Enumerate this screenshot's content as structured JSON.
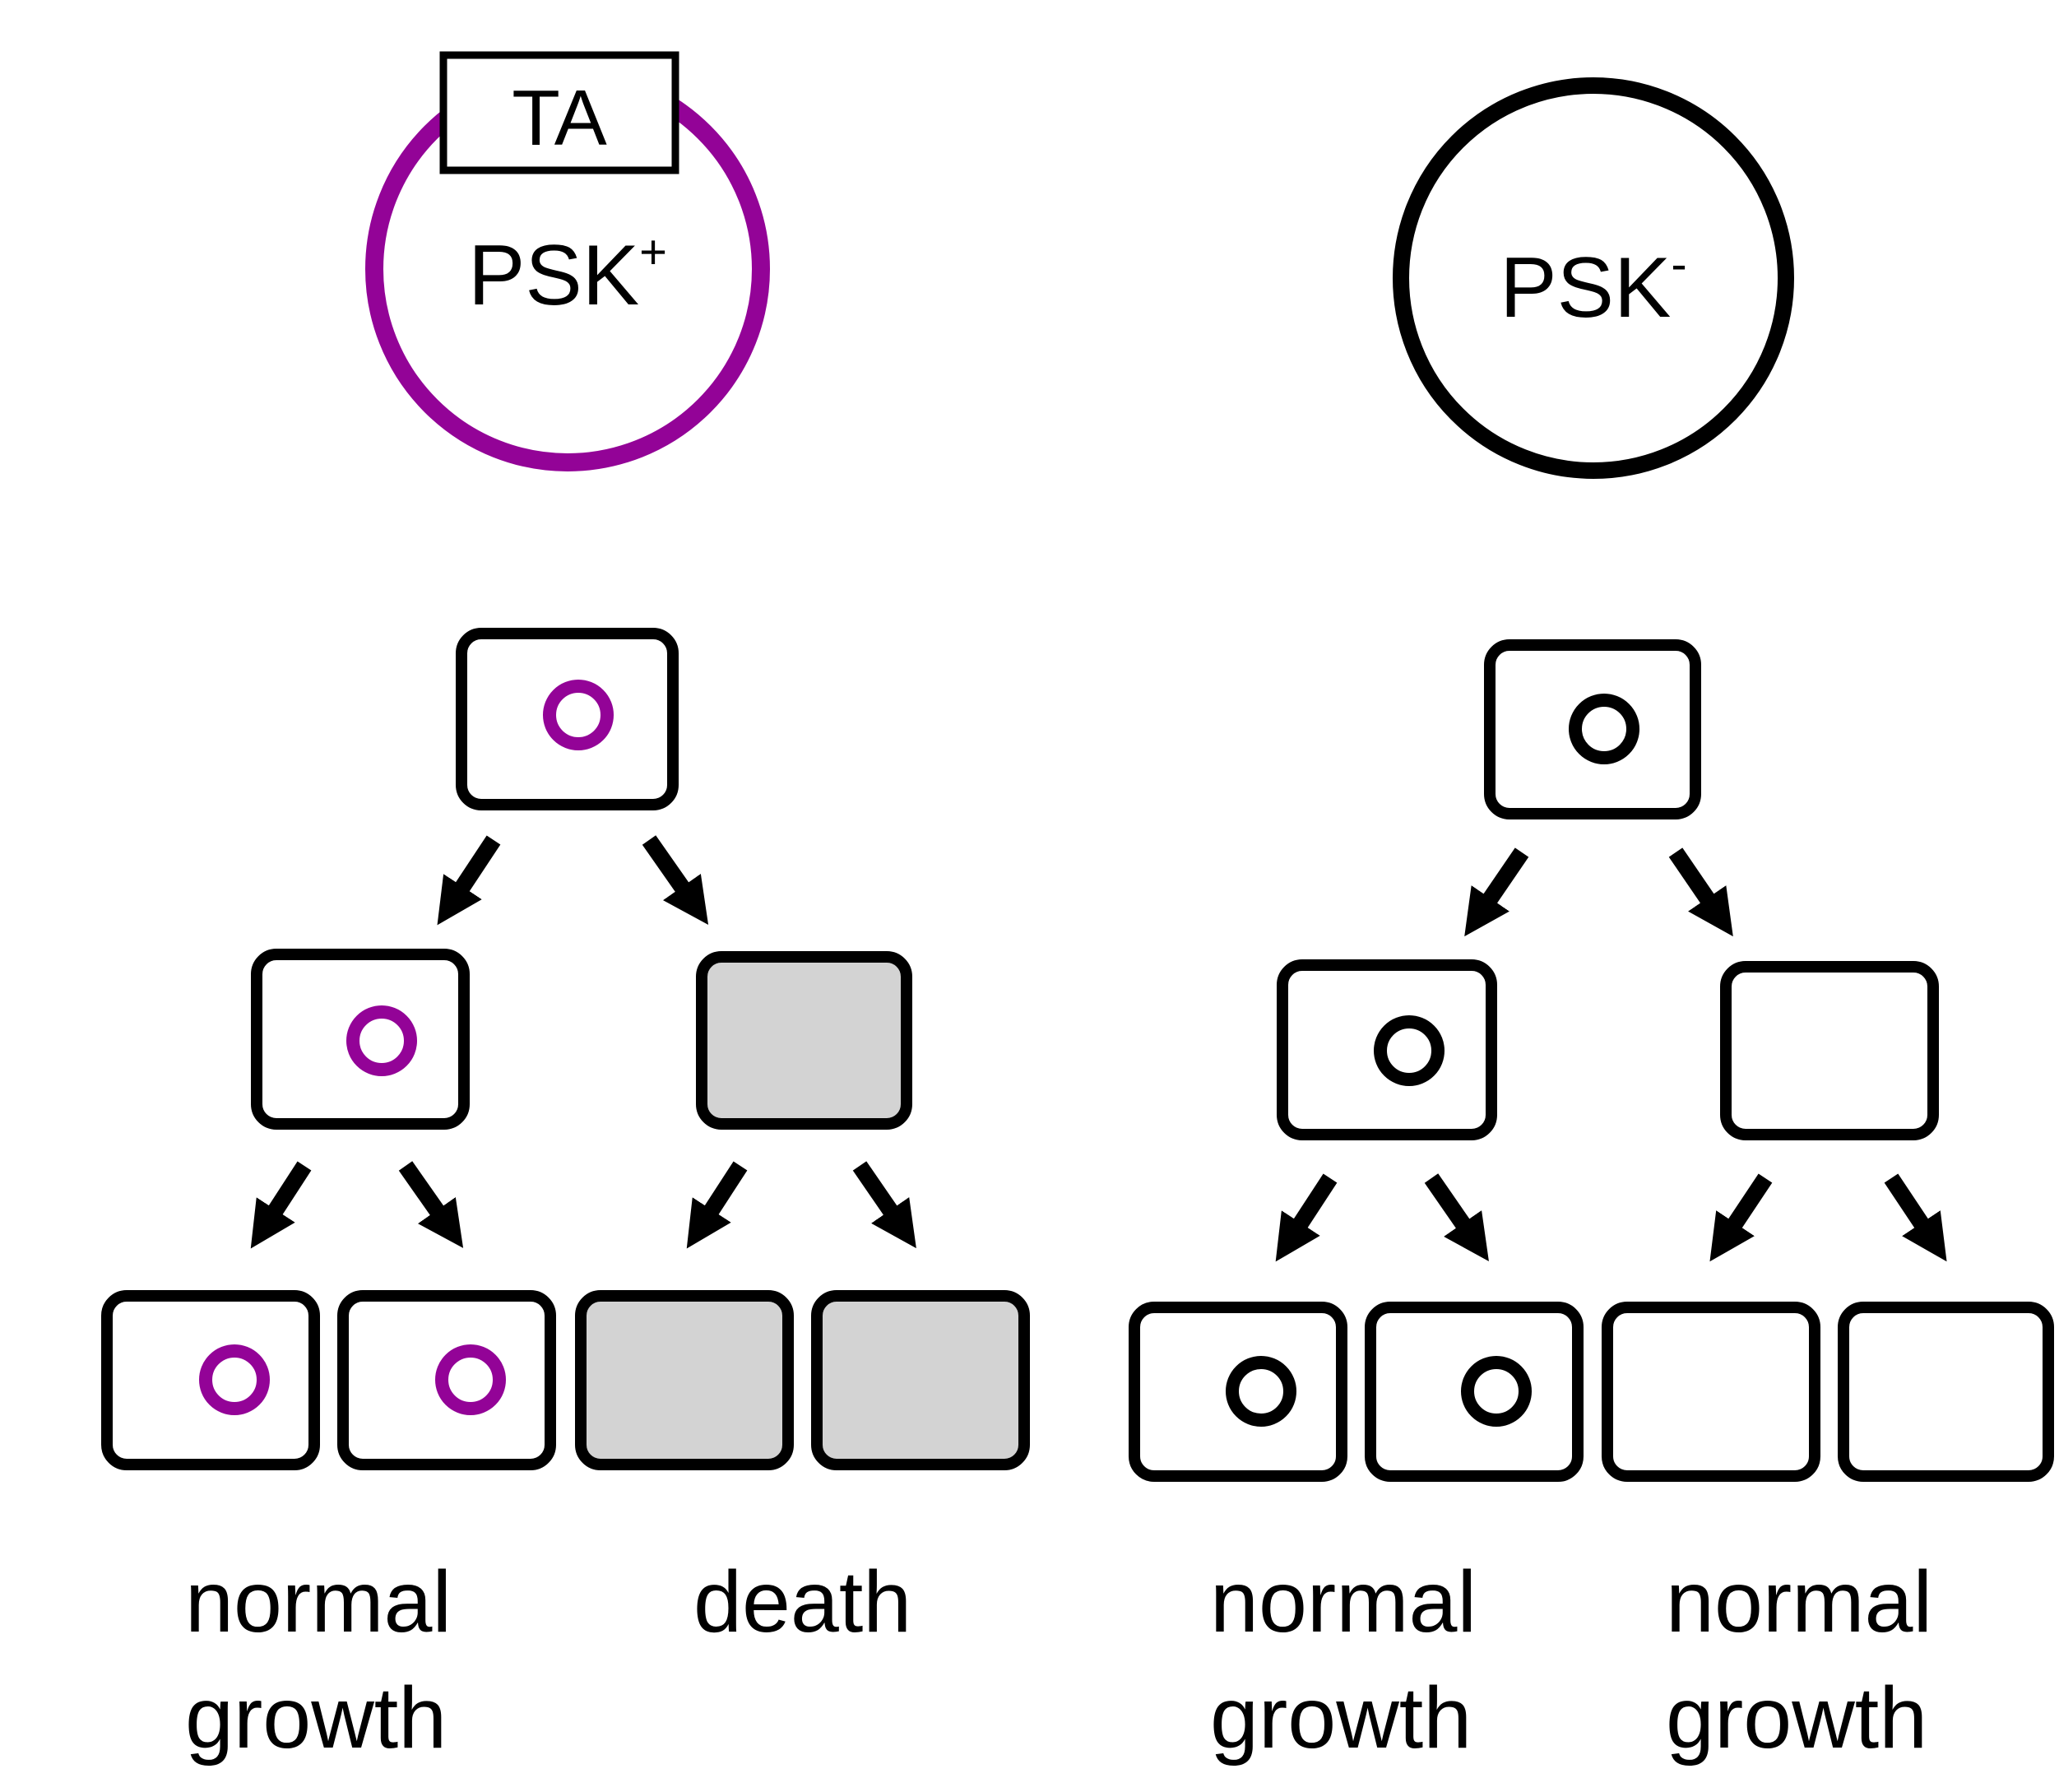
{
  "colors": {
    "psk_plus": "#930397",
    "psk_minus": "#000000",
    "dead_cell_fill": "#d3d3d3",
    "outline": "#000000",
    "background": "#ffffff"
  },
  "left_panel": {
    "plasmid_label": "PSK",
    "plasmid_superscript": "+",
    "ta_box_label": "TA",
    "outcomes": [
      {
        "line1": "normal",
        "line2": "growth"
      },
      {
        "line1": "death",
        "line2": ""
      }
    ]
  },
  "right_panel": {
    "plasmid_label": "PSK",
    "plasmid_superscript": "-",
    "outcomes": [
      {
        "line1": "normal",
        "line2": "growth"
      },
      {
        "line1": "normal",
        "line2": "growth"
      }
    ]
  }
}
